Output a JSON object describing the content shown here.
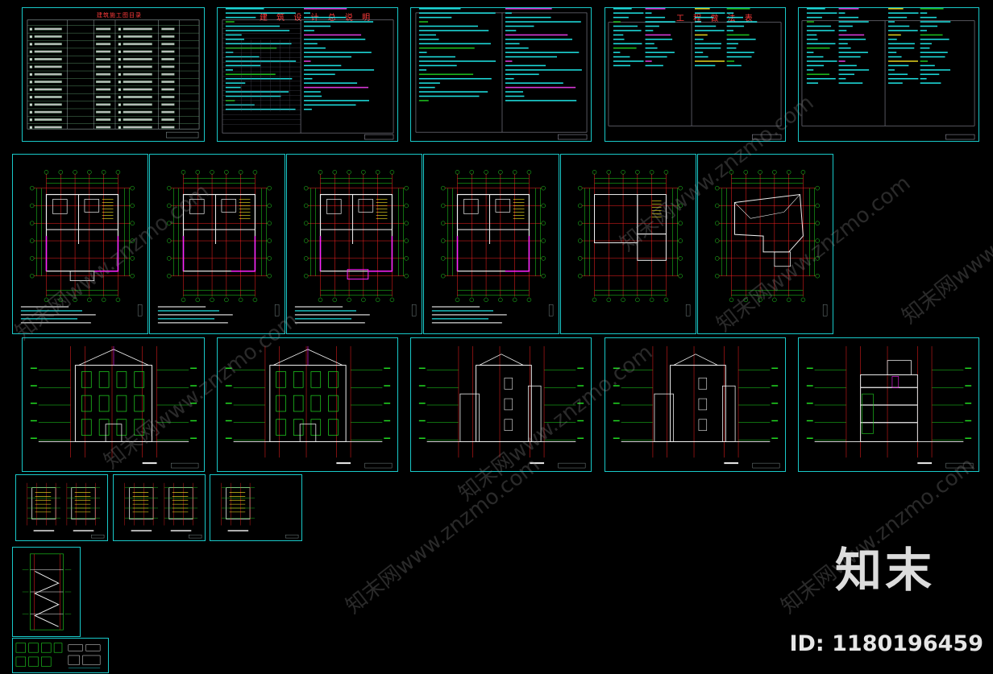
{
  "sheets": {
    "drawing_index": {
      "title": "建筑施工图目录"
    },
    "design_notes": {
      "title": "建 筑 设 计 总 说 明"
    },
    "construction_table": {
      "title": "工 程 做 法 表"
    }
  },
  "watermark": {
    "text": "知末网www.znzmo.com"
  },
  "brand": {
    "logo": "知末",
    "id_text": "ID: 1180196459"
  },
  "colors": {
    "background": "#000000",
    "frame": "#19c9c9",
    "grid_green": "#22dd22",
    "axis_red": "#ff2222",
    "wall_white": "#f0f0f0",
    "highlight_magenta": "#ff22ff",
    "text_cyan": "#22ffff",
    "stair_yellow": "#ffee22"
  }
}
